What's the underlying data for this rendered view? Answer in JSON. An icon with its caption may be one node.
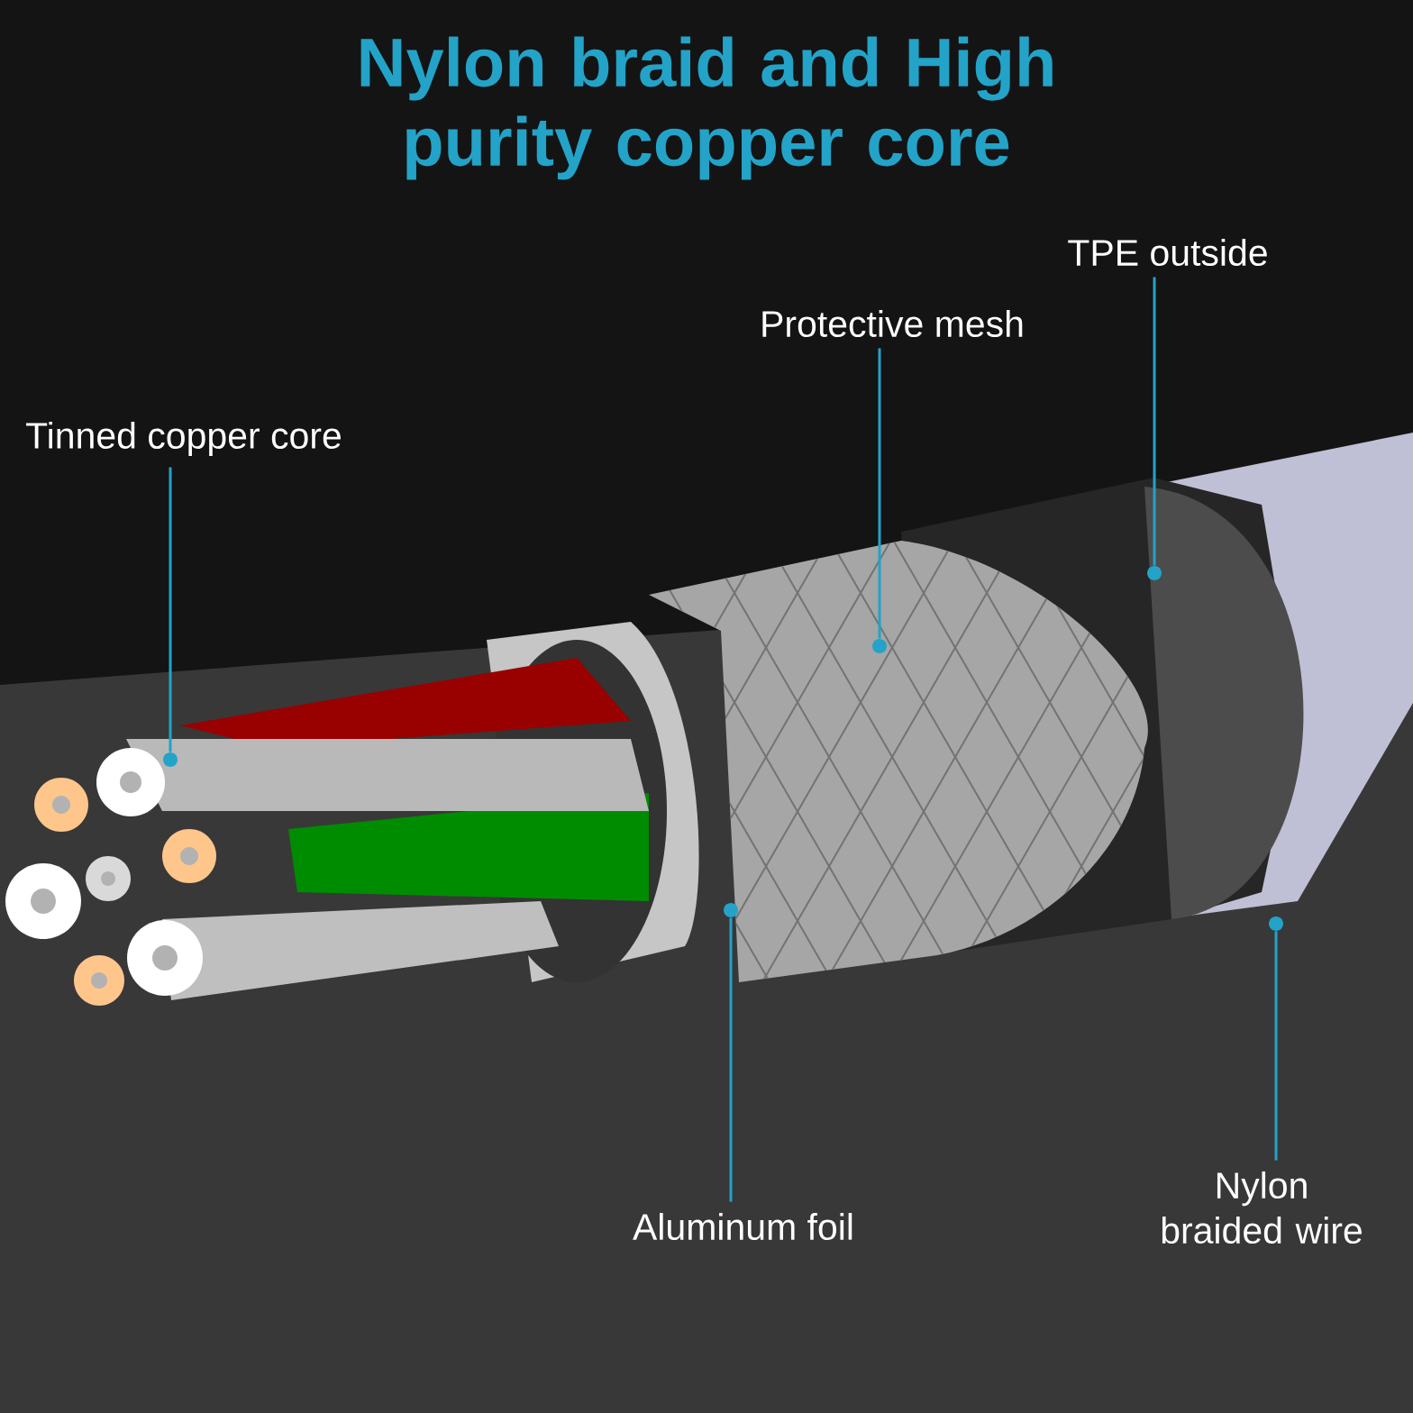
{
  "diagram": {
    "title": "Nylon braid and High purity copper core",
    "nodes": [
      {
        "text": [
          "Tinned copper core"
        ]
      },
      {
        "text": [
          "Protective mesh"
        ]
      },
      {
        "text": [
          "TPE outside"
        ]
      },
      {
        "text": [
          "Aluminum foil"
        ]
      },
      {
        "text": [
          "Nylon braided wire"
        ]
      },
      {
        "text": [],
        "shape": "circle"
      },
      {
        "text": [],
        "shape": "circle"
      },
      {
        "text": [],
        "shape": "circle"
      },
      {
        "text": [],
        "shape": "circle"
      },
      {
        "text": [],
        "shape": "circle"
      }
    ],
    "edges": [
      {
        "from": 0,
        "to": 5,
        "arrow": "none"
      },
      {
        "from": 1,
        "to": 6,
        "arrow": "none"
      },
      {
        "from": 2,
        "to": 7,
        "arrow": "none"
      },
      {
        "from": 3,
        "to": 8,
        "arrow": "none"
      },
      {
        "from": 4,
        "to": 9,
        "arrow": "none"
      }
    ]
  }
}
